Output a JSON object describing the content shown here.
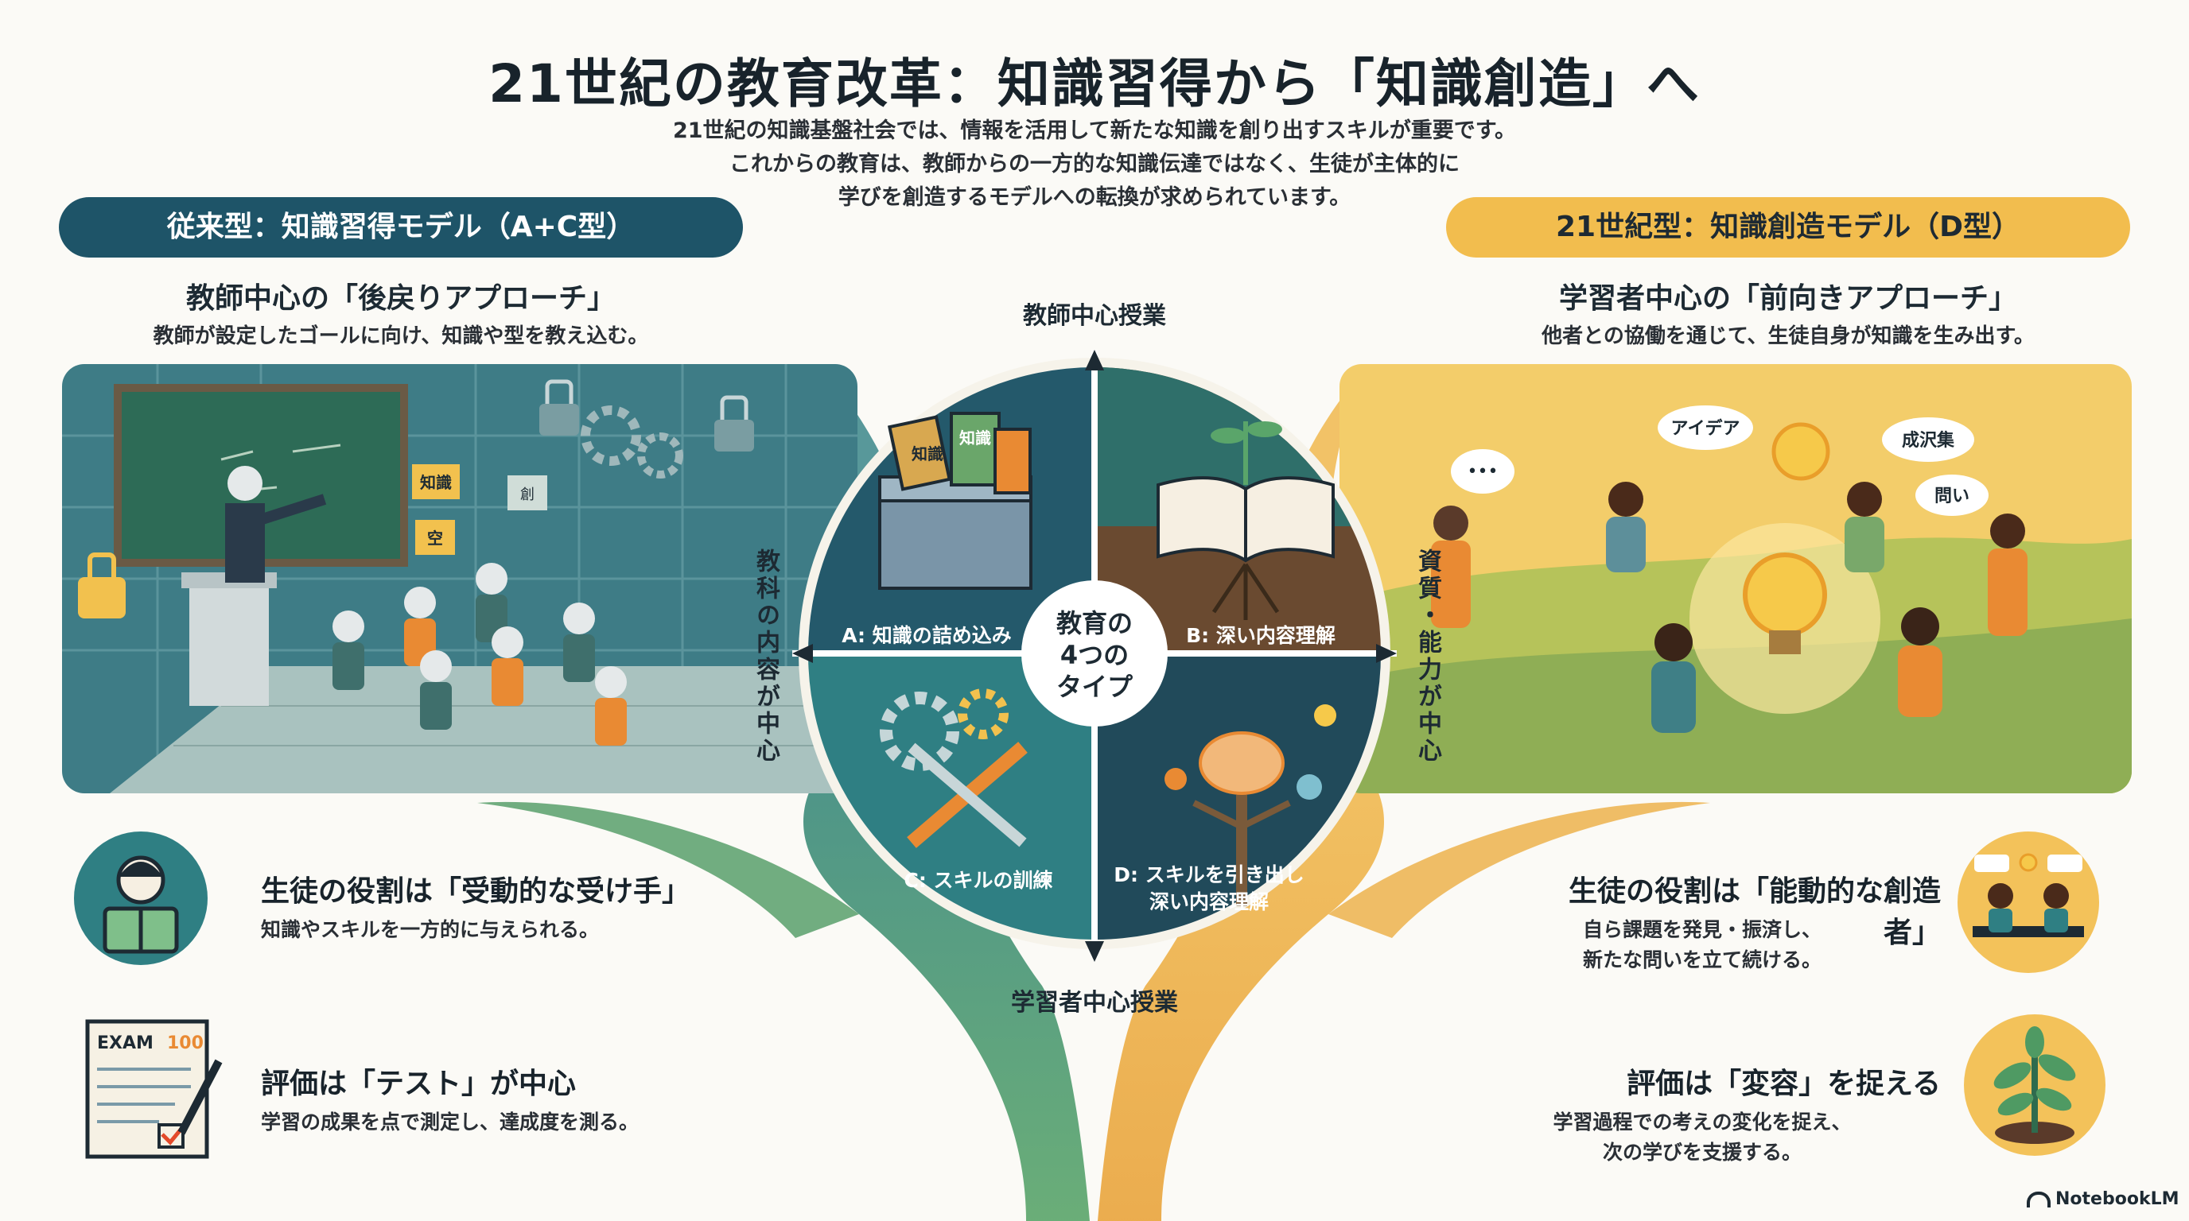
{
  "title": "21世紀の教育改革：知識習得から「知識創造」へ",
  "subtitle_lines": [
    "21世紀の知識基盤社会では、情報を活用して新たな知識を創り出すスキルが重要です。",
    "これからの教育は、教師からの一方的な知識伝達ではなく、生徒が主体的に",
    "学びを創造するモデルへの転換が求められています。"
  ],
  "left": {
    "model_label": "従来型：知識習得モデル（A+C型）",
    "approach_title": "教師中心の「後戻りアプローチ」",
    "approach_desc": "教師が設定したゴールに向け、知識や型を教え込む。",
    "role_title": "生徒の役割は「受動的な受け手」",
    "role_desc": "知識やスキルを一方的に与えられる。",
    "eval_title": "評価は「テスト」が中心",
    "eval_desc": "学習の成果を点で測定し、達成度を測る。",
    "illustration_tags": [
      "知識",
      "創",
      "空"
    ],
    "exam_label": "EXAM",
    "exam_score": "100"
  },
  "right": {
    "model_label": "21世紀型：知識創造モデル（D型）",
    "approach_title": "学習者中心の「前向きアプローチ」",
    "approach_desc": "他者との協働を通じて、生徒自身が知識を生み出す。",
    "role_title": "生徒の役割は「能動的な創造者」",
    "role_desc_lines": [
      "自ら課題を発見・振済し、",
      "新たな問いを立て続ける。"
    ],
    "eval_title": "評価は「変容」を捉える",
    "eval_desc_lines": [
      "学習過程での考えの変化を捉え、",
      "次の学びを支援する。"
    ],
    "illustration_tags": [
      "アイデア",
      "成沢集",
      "問い"
    ]
  },
  "center": {
    "axis_top": "教師中心授業",
    "axis_bottom": "学習者中心授業",
    "axis_left": "教科の内容が中心",
    "axis_right": "資質・能力が中心",
    "center_label_lines": [
      "教育の",
      "4つの",
      "タイプ"
    ],
    "quadrants": {
      "a": "A: 知識の詰め込み",
      "b": "B: 深い内容理解",
      "c": "C: スキルの訓練",
      "d_lines": [
        "D: スキルを引き出し",
        "深い内容理解"
      ]
    },
    "book_tags": [
      "知識",
      "知識"
    ]
  },
  "footer": {
    "brand": "NotebookLM"
  },
  "colors": {
    "navy": "#1e5468",
    "teal": "#2f7f83",
    "gold": "#f2bd4e",
    "green": "#5a9e5e",
    "orange": "#e98a33"
  }
}
